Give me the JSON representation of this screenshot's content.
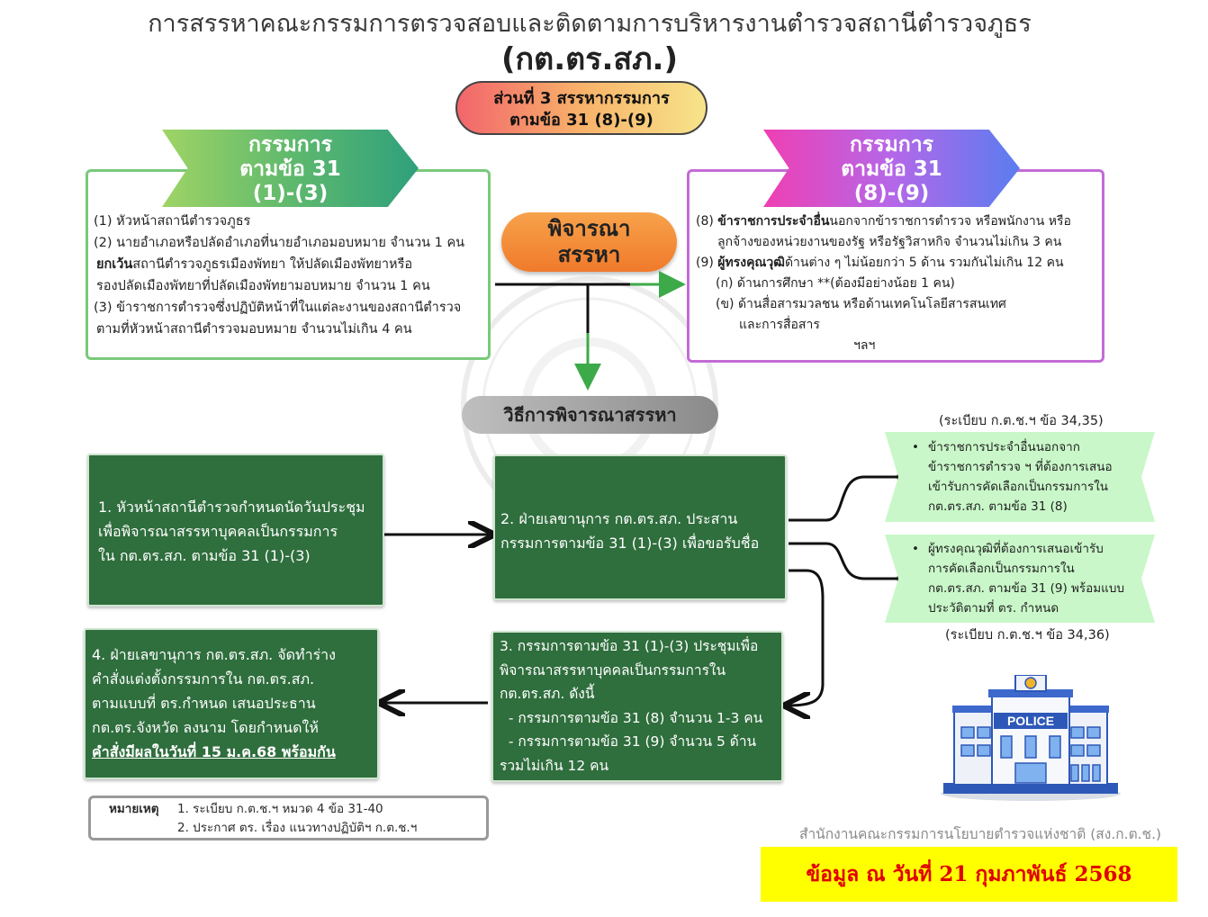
{
  "title": {
    "line1": "การสรรหาคณะกรรมการตรวจสอบและติดตามการบริหารงานตำรวจสถานีตำรวจภูธร",
    "line2": "(กต.ตร.สภ.)"
  },
  "part3": {
    "line1": "ส่วนที่ 3 สรรหากรรมการ",
    "line2": "ตามข้อ 31 (8)-(9)"
  },
  "left_panel": {
    "banner": [
      "กรรมการ",
      "ตามข้อ 31",
      "(1)-(3)"
    ],
    "items": [
      {
        "bold": "",
        "text": "(1) หัวหน้าสถานีตำรวจภูธร"
      },
      {
        "bold": "",
        "text": "(2) นายอำเภอหรือปลัดอำเภอที่นายอำเภอมอบหมาย จำนวน 1 คน"
      },
      {
        "bold": "ยกเว้น",
        "text": "สถานีตำรวจภูธรเมืองพัทยา ให้ปลัดเมืองพัทยาหรือ"
      },
      {
        "bold": "",
        "text": "รองปลัดเมืองพัทยาที่ปลัดเมืองพัทยามอบหมาย จำนวน 1 คน"
      },
      {
        "bold": "",
        "text": "(3) ข้าราชการตำรวจซึ่งปฏิบัติหน้าที่ในแต่ละงานของสถานีตำรวจ"
      },
      {
        "bold": "",
        "text": "ตามที่หัวหน้าสถานีตำรวจมอบหมาย จำนวนไม่เกิน 4 คน"
      }
    ]
  },
  "right_panel": {
    "banner": [
      "กรรมการ",
      "ตามข้อ 31",
      "(8)-(9)"
    ],
    "items": [
      {
        "pre": "(8) ",
        "bold": "ข้าราชการประจำอื่น",
        "text": "นอกจากข้าราชการตำรวจ หรือพนักงาน หรือ"
      },
      {
        "pre": "",
        "bold": "",
        "text": "ลูกจ้างของหน่วยงานของรัฐ หรือรัฐวิสาหกิจ จำนวนไม่เกิน 3 คน"
      },
      {
        "pre": "(9) ",
        "bold": "ผู้ทรงคุณวุฒิ",
        "text": "ด้านต่าง ๆ ไม่น้อยกว่า 5 ด้าน รวมกันไม่เกิน 12 คน"
      },
      {
        "pre": "",
        "bold": "",
        "text": "(ก) ด้านการศึกษา **(ต้องมีอย่างน้อย 1 คน)"
      },
      {
        "pre": "",
        "bold": "",
        "text": "(ข) ด้านสื่อสารมวลชน หรือด้านเทคโนโลยีสารสนเทศ"
      },
      {
        "pre": "",
        "bold": "",
        "text": "และการสื่อสาร"
      },
      {
        "pre": "",
        "bold": "",
        "text": "ฯลฯ"
      }
    ]
  },
  "consider": {
    "line1": "พิจารณา",
    "line2": "สรรหา"
  },
  "method": "วิธีการพิจารณาสรรหา",
  "steps": {
    "step1": [
      "1. หัวหน้าสถานีตำรวจกำหนดนัดวันประชุม",
      "เพื่อพิจารณาสรรหาบุคคลเป็นกรรมการ",
      "ใน กต.ตร.สภ. ตามข้อ 31 (1)-(3)"
    ],
    "step2": [
      "2. ฝ่ายเลขานุการ กต.ตร.สภ. ประสาน",
      "กรรมการตามข้อ 31 (1)-(3) เพื่อขอรับชื่อ"
    ],
    "step3": [
      "3. กรรมการตามข้อ 31 (1)-(3) ประชุมเพื่อ",
      "พิจารณาสรรหาบุคคลเป็นกรรมการใน",
      "กต.ตร.สภ. ดังนี้",
      "  - กรรมการตามข้อ 31 (8) จำนวน 1-3 คน",
      "  - กรรมการตามข้อ 31 (9) จำนวน 5 ด้าน",
      "รวมไม่เกิน 12 คน"
    ],
    "step4": [
      "4. ฝ่ายเลขานุการ กต.ตร.สภ. จัดทำร่าง",
      "คำสั่งแต่งตั้งกรรมการใน กต.ตร.สภ.",
      "ตามแบบที่ ตร.กำหนด เสนอประธาน",
      "กต.ตร.จังหวัด ลงนาม โดยกำหนดให้"
    ],
    "step4_emph": "คำสั่งมีผลในวันที่ 15 ม.ค.68 พร้อมกัน"
  },
  "callouts": {
    "ref_top": "(ระเบียบ ก.ต.ช.ฯ ข้อ 34,35)",
    "c1": [
      "ข้าราชการประจำอื่นนอกจาก",
      "ข้าราชการตำรวจ ฯ ที่ต้องการเสนอ",
      "เข้ารับการคัดเลือกเป็นกรรมการใน",
      "กต.ตร.สภ. ตามข้อ 31 (8)"
    ],
    "c2": [
      "ผู้ทรงคุณวุฒิที่ต้องการเสนอเข้ารับ",
      "การคัดเลือกเป็นกรรมการใน",
      "กต.ตร.สภ. ตามข้อ 31 (9) พร้อมแบบ",
      "ประวัติตามที่ ตร. กำหนด"
    ],
    "ref_bottom": "(ระเบียบ ก.ต.ช.ฯ ข้อ 34,36)"
  },
  "police_sign": "POLICE",
  "note": {
    "label": "หมายเหตุ",
    "line1": "1. ระเบียบ ก.ต.ช.ฯ หมวด 4 ข้อ 31-40",
    "line2": "2. ประกาศ ตร. เรื่อง แนวทางปฏิบัติฯ ก.ต.ช.ฯ"
  },
  "footer_org": "สำนักงานคณะกรรมการนโยบายตำรวจแห่งชาติ (สง.ก.ต.ช.)",
  "date_banner": "ข้อมูล ณ วันที่ 21 กุมภาพันธ์ 2568",
  "colors": {
    "step_green": "#2f6e3d",
    "arrow_green": "#3daa4a",
    "callout_green": "#c9f7c9",
    "date_bg": "#ffff00",
    "date_text": "#e00000"
  }
}
